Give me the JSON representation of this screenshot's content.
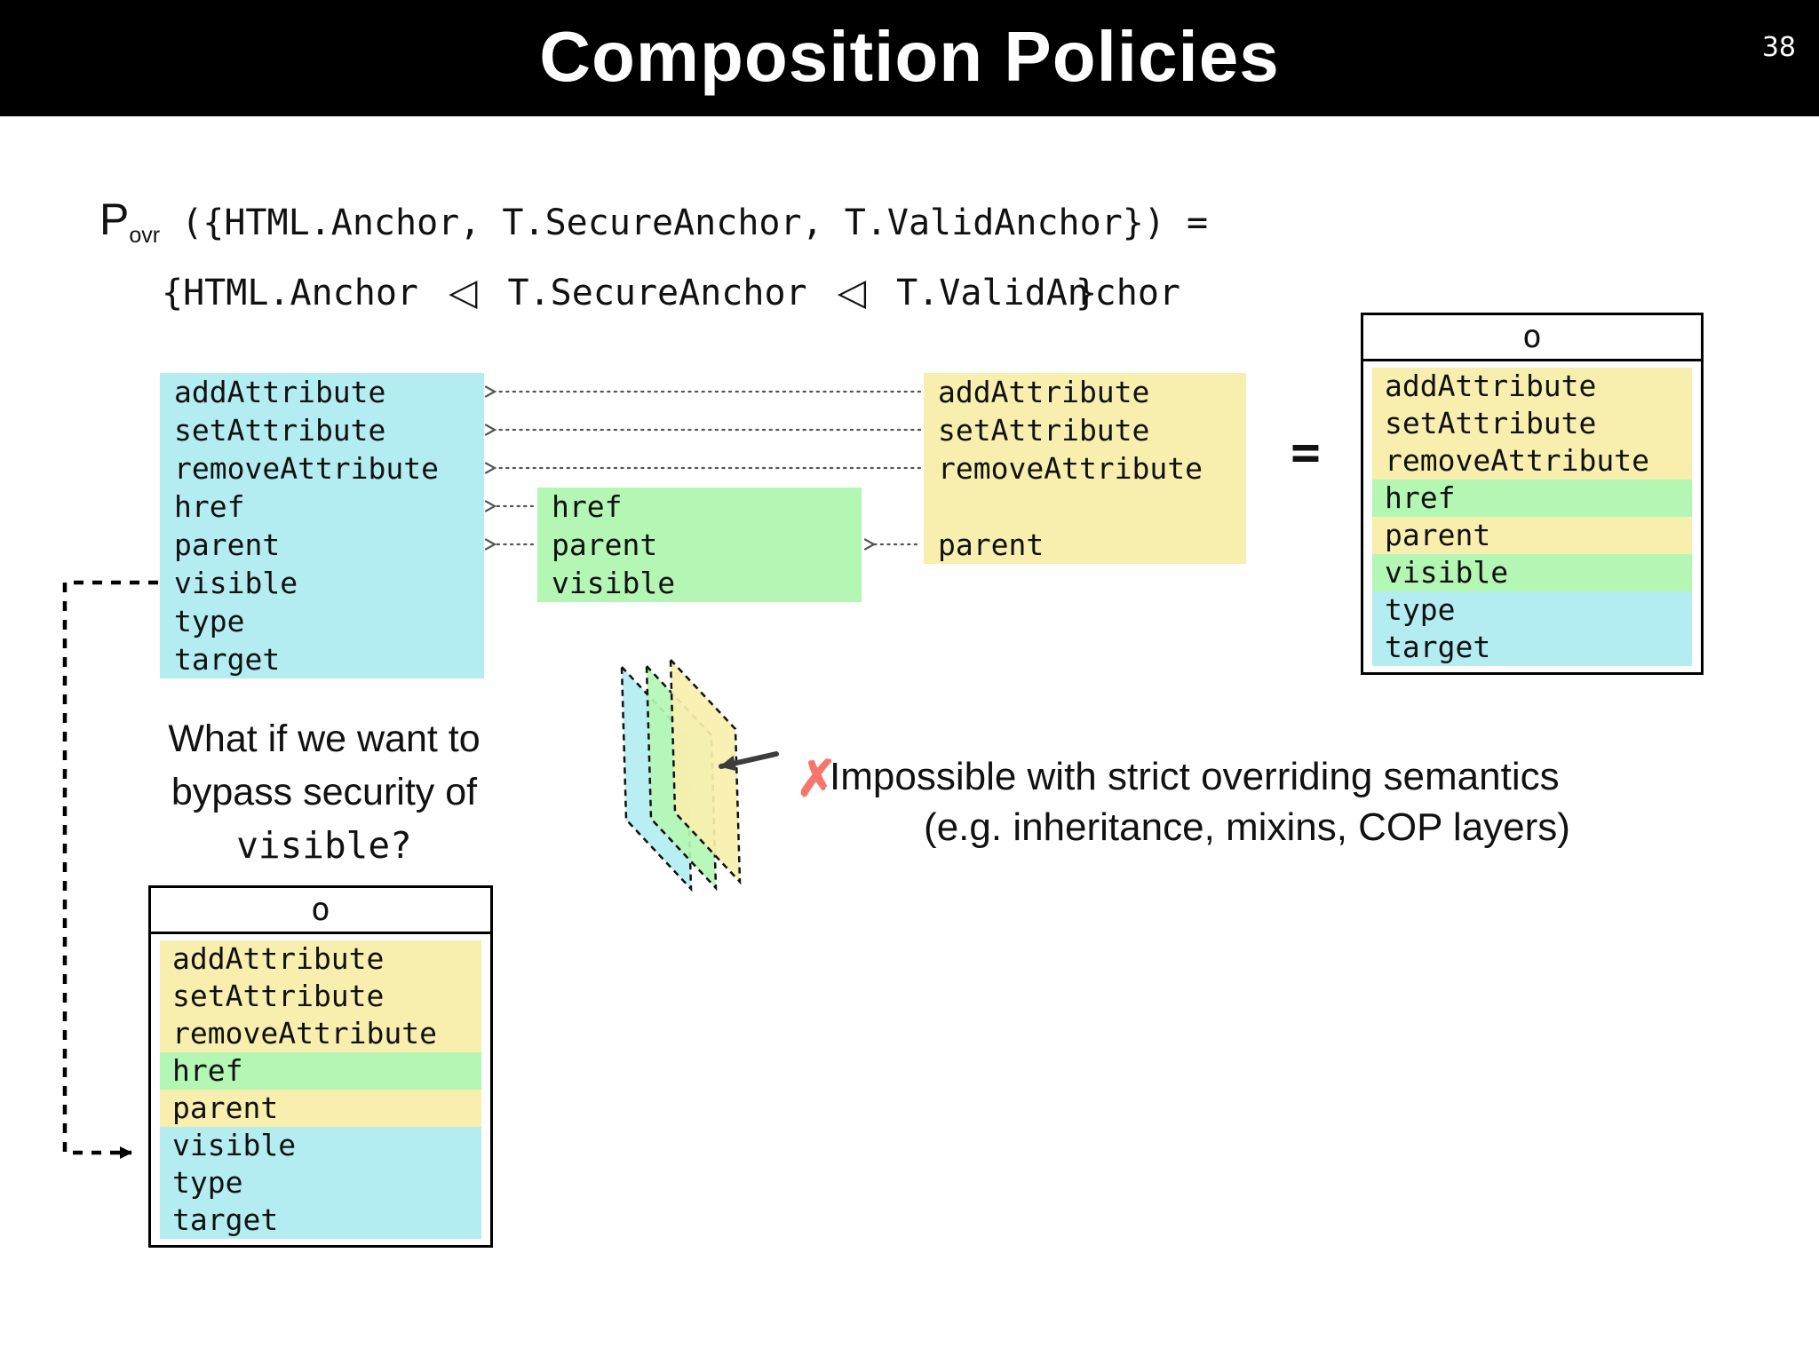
{
  "slide": {
    "title": "Composition Policies",
    "page_number": "38"
  },
  "palette": {
    "cyan": "#b3edf2",
    "green": "#b4f6b4",
    "yellow": "#f8efae",
    "x_red": "#f8756c",
    "black": "#000000",
    "arrow_gray": "#555555",
    "dark_arrow": "#3d3d3d"
  },
  "formula": {
    "p": "P",
    "p_sub": "ovr",
    "line1_body": "({HTML.Anchor, T.SecureAnchor, T.ValidAnchor}) =",
    "line2_open": "{HTML.Anchor",
    "compose_op": "◁",
    "line2_mid": "T.SecureAnchor",
    "line2_tail_a": "T.ValidAn",
    "line2_brace": "}",
    "line2_tail_b": "chor"
  },
  "anchor_box": {
    "color": "cyan",
    "rows": [
      "addAttribute",
      "setAttribute",
      "removeAttribute",
      "href",
      "parent",
      "visible",
      "type",
      "target"
    ]
  },
  "secure_box": {
    "color": "green",
    "rows": [
      "href",
      "parent",
      "visible"
    ]
  },
  "valid_box": {
    "color": "yellow",
    "rows": [
      "addAttribute",
      "setAttribute",
      "removeAttribute",
      "",
      "parent"
    ]
  },
  "equals": "=",
  "result_top": {
    "header": "o",
    "rows": [
      {
        "label": "addAttribute",
        "color": "yellow"
      },
      {
        "label": "setAttribute",
        "color": "yellow"
      },
      {
        "label": "removeAttribute",
        "color": "yellow"
      },
      {
        "label": "href",
        "color": "green"
      },
      {
        "label": "parent",
        "color": "yellow"
      },
      {
        "label": "visible",
        "color": "green"
      },
      {
        "label": "type",
        "color": "cyan"
      },
      {
        "label": "target",
        "color": "cyan"
      }
    ]
  },
  "result_bottom": {
    "header": "o",
    "rows": [
      {
        "label": "addAttribute",
        "color": "yellow"
      },
      {
        "label": "setAttribute",
        "color": "yellow"
      },
      {
        "label": "removeAttribute",
        "color": "yellow"
      },
      {
        "label": "href",
        "color": "green"
      },
      {
        "label": "parent",
        "color": "yellow"
      },
      {
        "label": "visible",
        "color": "cyan"
      },
      {
        "label": "type",
        "color": "cyan"
      },
      {
        "label": "target",
        "color": "cyan"
      }
    ]
  },
  "question": {
    "line1": "What if we want to",
    "line2": "bypass security of",
    "code": "visible?"
  },
  "impossible": {
    "mark": "✗",
    "line1": "Impossible with strict overriding semantics",
    "line2": "(e.g. inheritance, mixins, COP layers)"
  }
}
